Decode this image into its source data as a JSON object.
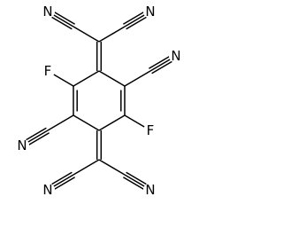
{
  "molecule": {
    "atoms": [
      {
        "id": "c1",
        "label": ""
      },
      {
        "id": "c2",
        "label": ""
      },
      {
        "id": "c3",
        "label": ""
      },
      {
        "id": "c4",
        "label": ""
      },
      {
        "id": "c5",
        "label": ""
      },
      {
        "id": "c6",
        "label": ""
      },
      {
        "id": "cm-top",
        "label": ""
      },
      {
        "id": "cm-bottom",
        "label": ""
      },
      {
        "id": "cn-top-left-c",
        "label": ""
      },
      {
        "id": "cn-top-right-c",
        "label": ""
      },
      {
        "id": "cn-right-c",
        "label": ""
      },
      {
        "id": "cn-left-c",
        "label": ""
      },
      {
        "id": "cn-bottom-left-c",
        "label": ""
      },
      {
        "id": "cn-bottom-right-c",
        "label": ""
      },
      {
        "id": "n-top-left",
        "label": "N"
      },
      {
        "id": "n-top-right",
        "label": "N"
      },
      {
        "id": "n-right",
        "label": "N"
      },
      {
        "id": "n-left",
        "label": "N"
      },
      {
        "id": "n-bottom-left",
        "label": "N"
      },
      {
        "id": "n-bottom-right",
        "label": "N"
      },
      {
        "id": "f-top",
        "label": "F"
      },
      {
        "id": "f-bottom",
        "label": "F"
      }
    ],
    "bonds": [
      {
        "a": "c1",
        "b": "cm-top",
        "order": 2
      },
      {
        "a": "c1",
        "b": "c2",
        "order": 1
      },
      {
        "a": "c2",
        "b": "c3",
        "order": 2
      },
      {
        "a": "c3",
        "b": "c4",
        "order": 1
      },
      {
        "a": "c4",
        "b": "c5",
        "order": 1
      },
      {
        "a": "c5",
        "b": "c6",
        "order": 2
      },
      {
        "a": "c6",
        "b": "c1",
        "order": 1
      },
      {
        "a": "c4",
        "b": "cm-bottom",
        "order": 2
      },
      {
        "a": "cm-top",
        "b": "cn-top-left-c",
        "order": 1
      },
      {
        "a": "cm-top",
        "b": "cn-top-right-c",
        "order": 1
      },
      {
        "a": "cn-top-left-c",
        "b": "n-top-left",
        "order": 3
      },
      {
        "a": "cn-top-right-c",
        "b": "n-top-right",
        "order": 3
      },
      {
        "a": "cm-bottom",
        "b": "cn-bottom-left-c",
        "order": 1
      },
      {
        "a": "cm-bottom",
        "b": "cn-bottom-right-c",
        "order": 1
      },
      {
        "a": "cn-bottom-left-c",
        "b": "n-bottom-left",
        "order": 3
      },
      {
        "a": "cn-bottom-right-c",
        "b": "n-bottom-right",
        "order": 3
      },
      {
        "a": "c2",
        "b": "cn-right-c",
        "order": 1
      },
      {
        "a": "cn-right-c",
        "b": "n-right",
        "order": 3
      },
      {
        "a": "c5",
        "b": "cn-left-c",
        "order": 1
      },
      {
        "a": "cn-left-c",
        "b": "n-left",
        "order": 3
      },
      {
        "a": "c6",
        "b": "f-top",
        "order": 1
      },
      {
        "a": "c3",
        "b": "f-bottom",
        "order": 1
      }
    ]
  }
}
